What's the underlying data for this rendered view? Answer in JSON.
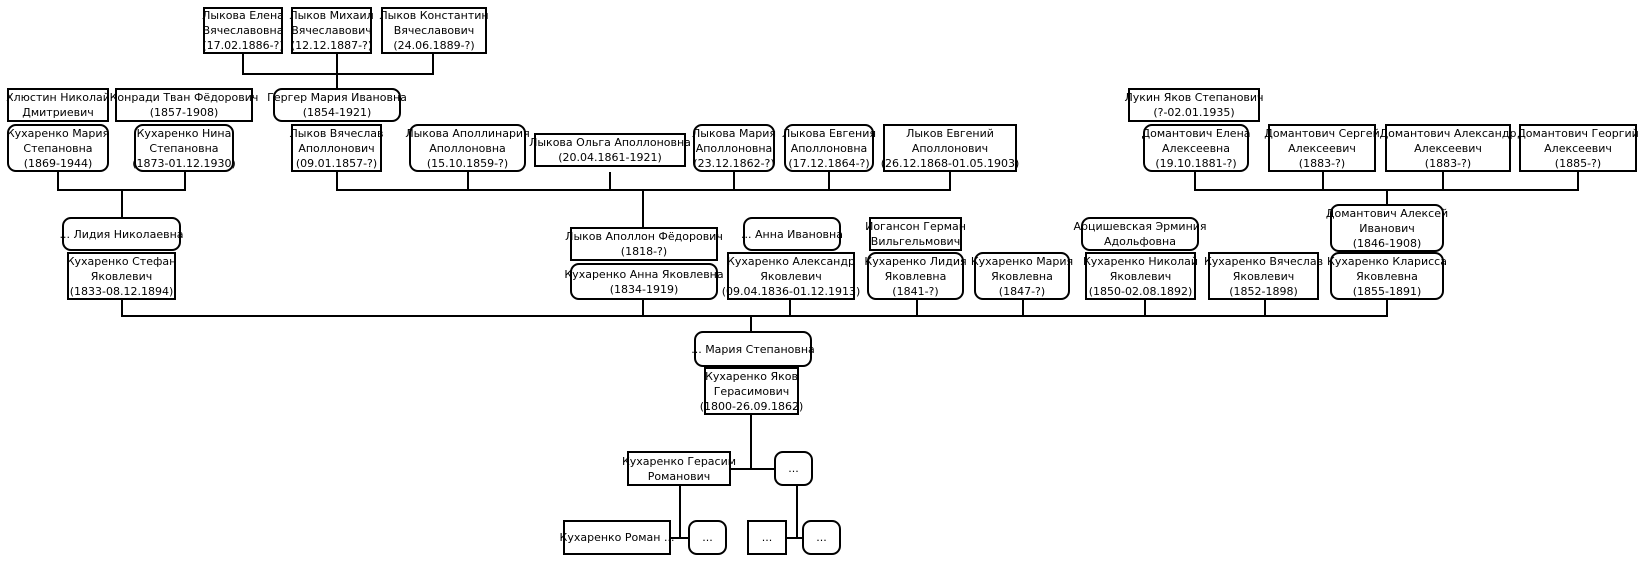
{
  "tree": {
    "spouse_of_lykov_vyacheslav": {
      "name": "Гергер Мария Ивановна",
      "dates": "(1854-1921)"
    },
    "children_of_lykov_vyacheslav": {
      "elena": {
        "name1": "Лыкова Елена",
        "name2": "Вячеславовна",
        "dates": "(17.02.1886-?)"
      },
      "mikhail": {
        "name1": "Лыков Михаил",
        "name2": "Вячеславович",
        "dates": "(12.12.1887-?)"
      },
      "konstantin": {
        "name1": "Лыков Константин",
        "name2": "Вячеславович",
        "dates": "(24.06.1889-?)"
      }
    },
    "khlyustin": {
      "name1": "Хлюстин Николай",
      "name2": "Дмитриевич"
    },
    "konradi": {
      "name": "Конради Тван Фёдорович",
      "dates": "(1857-1908)"
    },
    "lukin": {
      "name": "Лукин Яков Степанович",
      "dates": "(?-02.01.1935)"
    },
    "children_of_stefan": {
      "maria": {
        "name1": "Кухаренко Мария",
        "name2": "Степановна",
        "dates": "(1869-1944)"
      },
      "nina": {
        "name1": "Кухаренко Нина",
        "name2": "Степановна",
        "dates": "(1873-01.12.1930)"
      }
    },
    "children_of_apollon": {
      "vyacheslav": {
        "name1": "Лыков Вячеслав",
        "name2": "Аполлонович",
        "dates": "(09.01.1857-?)"
      },
      "apollinaria": {
        "name1": "Лыкова Аполлинария",
        "name2": "Аполлоновна",
        "dates": "(15.10.1859-?)"
      },
      "olga": {
        "name": "Лыкова Ольга Аполлоновна",
        "dates": "(20.04.1861-1921)"
      },
      "maria": {
        "name1": "Лыкова Мария",
        "name2": "Аполлоновна",
        "dates": "(23.12.1862-?)"
      },
      "evgenia": {
        "name1": "Лыкова Евгения",
        "name2": "Аполлоновна",
        "dates": "(17.12.1864-?)"
      },
      "evgeniy": {
        "name1": "Лыков Евгений",
        "name2": "Аполлонович",
        "dates": "(26.12.1868-01.05.1903)"
      }
    },
    "children_of_alexey": {
      "elena": {
        "name1": "Домантович Елена",
        "name2": "Алексеевна",
        "dates": "(19.10.1881-?)"
      },
      "sergey": {
        "name1": "Домантович Сергей",
        "name2": "Алексеевич",
        "dates": "(1883-?)"
      },
      "alexandr": {
        "name1": "Домантович Александр",
        "name2": "Алексеевич",
        "dates": "(1883-?)"
      },
      "georgiy": {
        "name1": "Домантович Георгий",
        "name2": "Алексеевич",
        "dates": "(1885-?)"
      }
    },
    "spouses_of_children": {
      "lidia_nik": {
        "name": "... Лидия Николаевна"
      },
      "lykov_apollon": {
        "name": "Лыков Аполлон Фёдорович",
        "dates": "(1818-?)"
      },
      "anna_iv": {
        "name": "... Анна Ивановна"
      },
      "ioganson": {
        "name1": "Иогансон Герман",
        "name2": "Вильгельмович"
      },
      "artsishevskaya": {
        "name1": "Арцишевская Эрминия",
        "name2": "Адольфовна"
      },
      "domantovich_alexey": {
        "name1": "Домантович Алексей",
        "name2": "Иванович",
        "dates": "(1846-1908)"
      }
    },
    "children_of_yakov": {
      "stefan": {
        "name1": "Кухаренко Стефан",
        "name2": "Яковлевич",
        "dates": "(1833-08.12.1894)"
      },
      "anna": {
        "name": "Кухаренко Анна Яковлевна",
        "dates": "(1834-1919)"
      },
      "alexandr": {
        "name1": "Кухаренко Александр",
        "name2": "Яковлевич",
        "dates": "(09.04.1836-01.12.1913)"
      },
      "lidia": {
        "name1": "Кухаренко Лидия",
        "name2": "Яковлевна",
        "dates": "(1841-?)"
      },
      "maria": {
        "name1": "Кухаренко Мария",
        "name2": "Яковлевна",
        "dates": "(1847-?)"
      },
      "nikolay": {
        "name1": "Кухаренко Николай",
        "name2": "Яковлевич",
        "dates": "(1850-02.08.1892)"
      },
      "vyacheslav": {
        "name1": "Кухаренко Вячеслав",
        "name2": "Яковлевич",
        "dates": "(1852-1898)"
      },
      "klarissa": {
        "name1": "Кухаренко Кларисса",
        "name2": "Яковлевна",
        "dates": "(1855-1891)"
      }
    },
    "root_spouse": {
      "name": "... Мария Степановна"
    },
    "root": {
      "name1": "Кухаренко Яков",
      "name2": "Герасимович",
      "dates": "(1800-26.09.1862)"
    },
    "father": {
      "name1": "Кухаренко Герасим",
      "name2": "Романович"
    },
    "mother": {
      "name": "..."
    },
    "grandfather": {
      "name": "Кухаренко Роман ..."
    },
    "grandmother": {
      "name": "..."
    },
    "maternal_grandfather": {
      "name": "..."
    },
    "maternal_grandmother": {
      "name": "..."
    }
  },
  "colors": {
    "line": "#000000",
    "box_border": "#000000",
    "background": "#ffffff"
  }
}
